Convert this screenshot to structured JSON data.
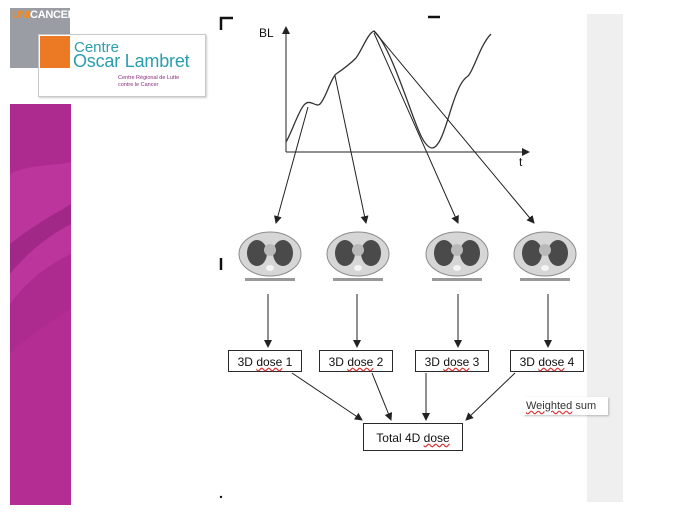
{
  "logo": {
    "network_prefix": "UNI",
    "network_suffix": "CANCER",
    "name_line1": "Centre",
    "name_line2": "Oscar Lambret",
    "subtitle_line1": "Centre Régional de Lutte",
    "subtitle_line2": "contre le Cancer"
  },
  "colors": {
    "teal": "#2a9eae",
    "orange": "#ec7a24",
    "purple": "#b0288f",
    "grey": "#9a9ea4"
  },
  "diagram": {
    "y_axis_label": "BL",
    "x_axis_label": "t",
    "dose_boxes": [
      {
        "prefix": "3D ",
        "word": "dose",
        "suffix": " 1"
      },
      {
        "prefix": "3D ",
        "word": "dose",
        "suffix": " 2"
      },
      {
        "prefix": "3D ",
        "word": "dose",
        "suffix": " 3"
      },
      {
        "prefix": "3D ",
        "word": "dose",
        "suffix": " 4"
      }
    ],
    "total": {
      "prefix": "Total 4D ",
      "word": "dose"
    },
    "weighted": {
      "word": "Weighted",
      "suffix": " sum"
    },
    "ct_images": [
      "ct-scan-phase-1",
      "ct-scan-phase-2",
      "ct-scan-phase-3",
      "ct-scan-phase-4"
    ]
  }
}
